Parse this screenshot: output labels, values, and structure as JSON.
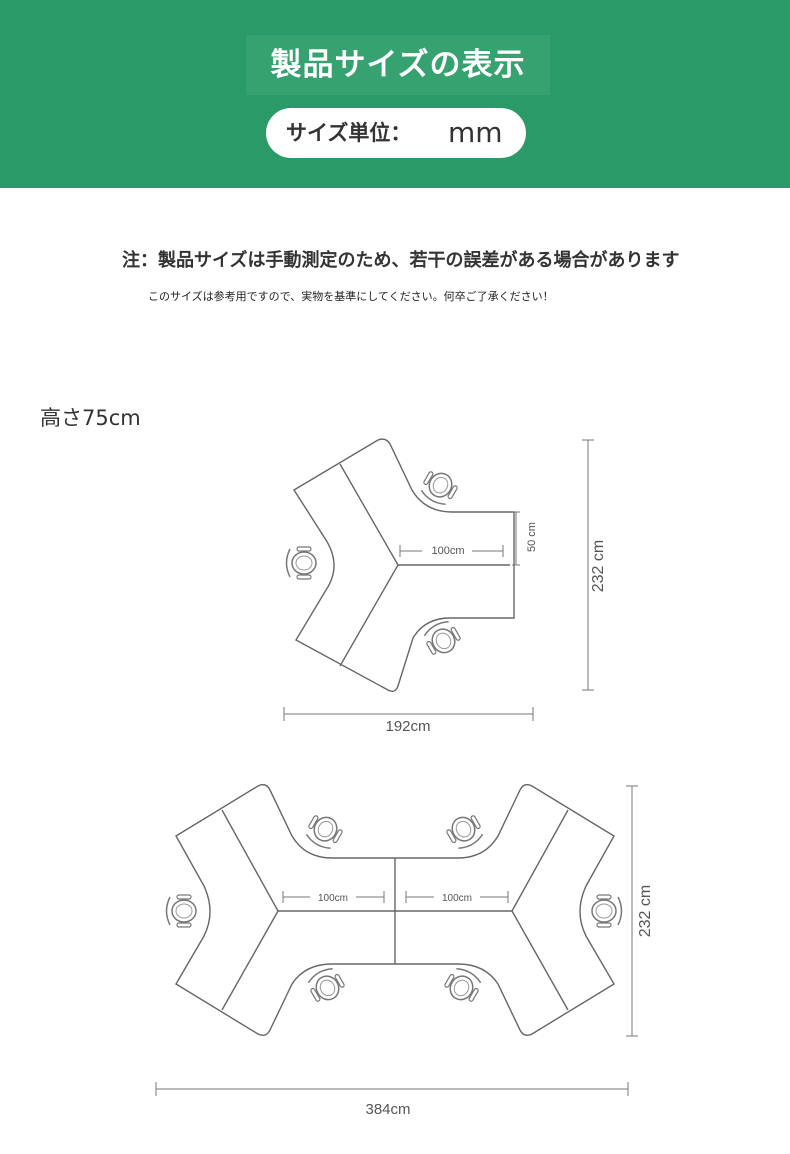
{
  "header": {
    "title": "製品サイズの表示",
    "unit_label": "サイズ単位：",
    "unit_value": "mm",
    "background_color": "#2a9a68"
  },
  "notes": {
    "main": "注：製品サイズは手動測定のため、若干の誤差がある場合があります",
    "sub": "このサイズは参考用ですので、実物を基準にしてください。何卒ご了承ください！"
  },
  "height_label": "高さ75cm",
  "diagram_top": {
    "inner_length": "100cm",
    "inner_depth": "50 cm",
    "total_height": "232 cm",
    "total_width": "192cm"
  },
  "diagram_bottom": {
    "inner_length_left": "100cm",
    "inner_length_right": "100cm",
    "total_height": "232 cm",
    "total_width": "384cm"
  }
}
